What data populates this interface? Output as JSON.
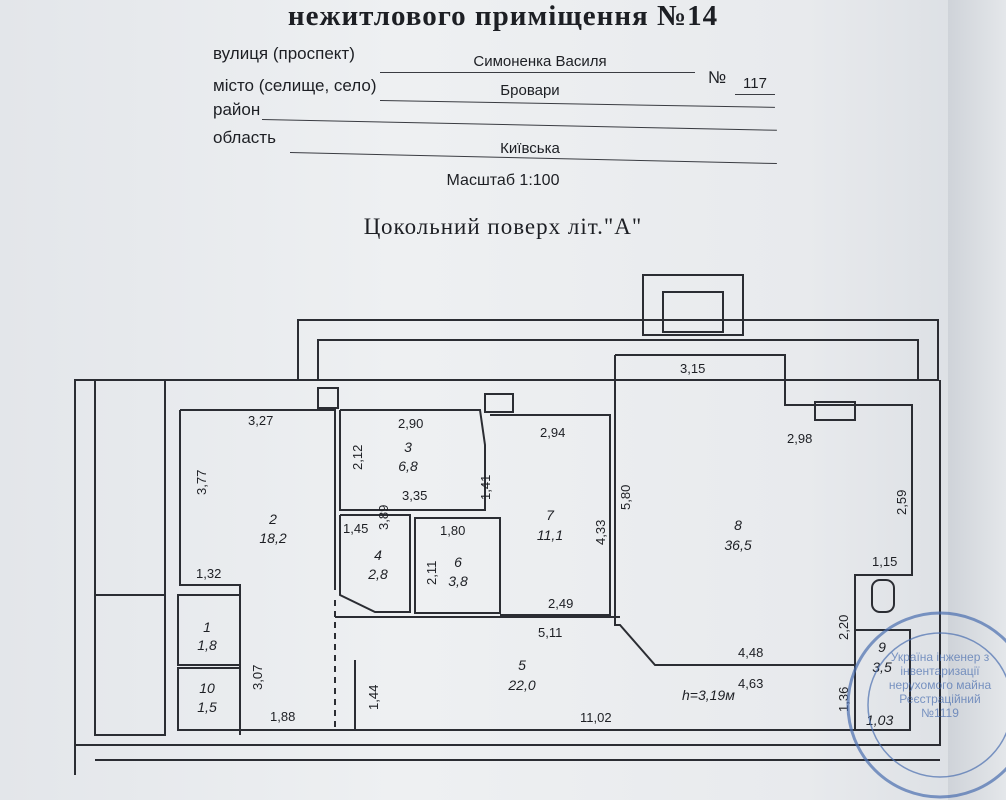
{
  "header": {
    "title": "нежитлового приміщення №14",
    "street_label": "вулиця (проспект)",
    "street_value": "Симоненка Василя",
    "number_label": "№",
    "number_value": "117",
    "city_label": "місто (селище, село)",
    "city_value": "Бровари",
    "district_label": "район",
    "district_value": "",
    "region_label": "область",
    "region_value": "Київська",
    "scale": "Масштаб 1:100",
    "floor_title": "Цокольний поверх літ.\"А\""
  },
  "plan": {
    "rooms": [
      {
        "number": "1",
        "area": "1,8"
      },
      {
        "number": "2",
        "area": "18,2"
      },
      {
        "number": "3",
        "area": "6,8"
      },
      {
        "number": "4",
        "area": "2,8"
      },
      {
        "number": "5",
        "area": "22,0"
      },
      {
        "number": "6",
        "area": "3,8"
      },
      {
        "number": "7",
        "area": "11,1"
      },
      {
        "number": "8",
        "area": "36,5"
      },
      {
        "number": "9",
        "area": "3,5"
      },
      {
        "number": "10",
        "area": "1,5"
      }
    ],
    "dimensions": [
      "3,27",
      "3,77",
      "1,32",
      "3,07",
      "1,88",
      "2,90",
      "2,12",
      "3,89",
      "3,35",
      "1,41",
      "1,45",
      "1,80",
      "2,11",
      "2,94",
      "4,33",
      "5,80",
      "2,49",
      "5,11",
      "1,44",
      "11,02",
      "3,15",
      "2,98",
      "2,59",
      "1,15",
      "2,20",
      "4,48",
      "4,63",
      "1,36",
      "1,03"
    ],
    "height_note": "h=3,19м"
  },
  "stamp": {
    "text": "Україна інженер з інвентаризації нерухомого майна Реєстраційний №1119",
    "color": "#4b6fb0"
  }
}
